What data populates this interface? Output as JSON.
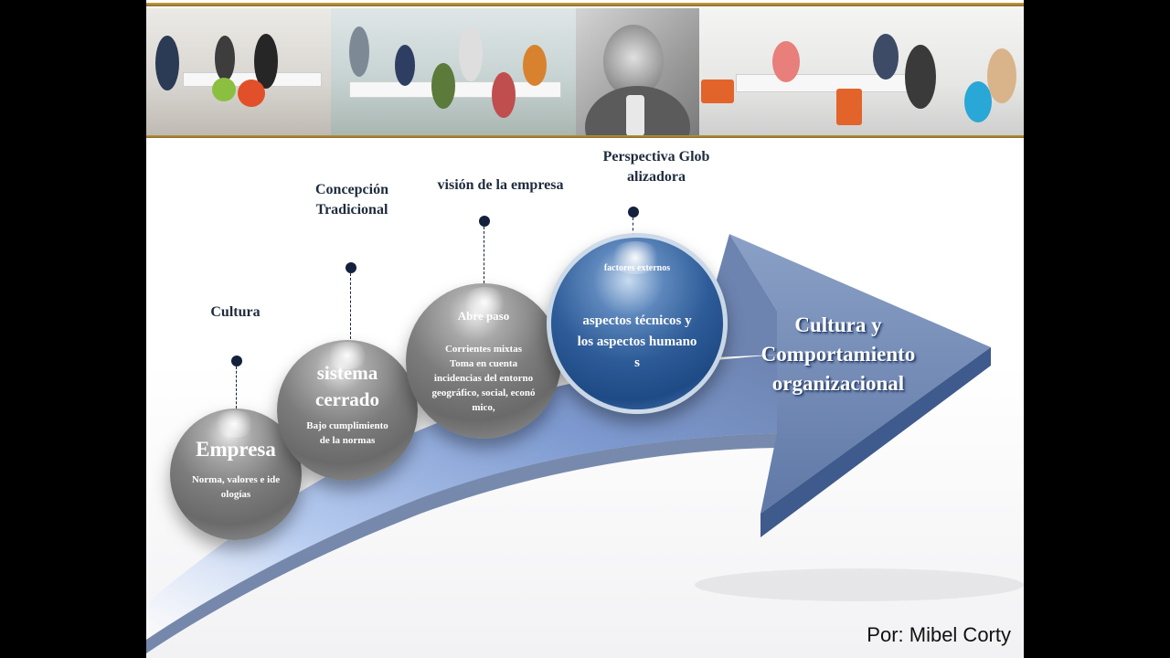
{
  "labels": {
    "cultura": "Cultura",
    "concepcion_line1": "Concepción",
    "concepcion_line2": "Tradicional",
    "vision": "visión de la empresa",
    "perspectiva_line1": "Perspectiva Glob",
    "perspectiva_line2": "alizadora"
  },
  "spheres": {
    "empresa": {
      "title": "Empresa",
      "sub_line1": "Norma,  valores  e ide",
      "sub_line2": "ologías"
    },
    "sistema": {
      "title_line1": "sistema",
      "title_line2": "cerrado",
      "sub_line1": "Bajo  cumplimiento",
      "sub_line2": "de  la normas"
    },
    "abre": {
      "title": "Abre paso",
      "sub_line1": "Corrientes mixtas",
      "sub_line2": "Toma  en cuenta",
      "sub_line3": "incidencias del entorno",
      "sub_line4": "geográfico, social, econó",
      "sub_line5": "mico,"
    },
    "aspectos": {
      "top": "factores  externos",
      "line1": "aspectos técnicos y",
      "line2": "los aspectos humano",
      "line3": "s"
    }
  },
  "arrow": {
    "line1": "Cultura y",
    "line2": "Comportamiento",
    "line3": "organizacional"
  },
  "footer": "Por: Mibel  Corty",
  "colors": {
    "arrow_face": "#6d84b0",
    "arrow_dark": "#3f5a8c",
    "navy": "#14213d",
    "gold": "#b8923a"
  }
}
